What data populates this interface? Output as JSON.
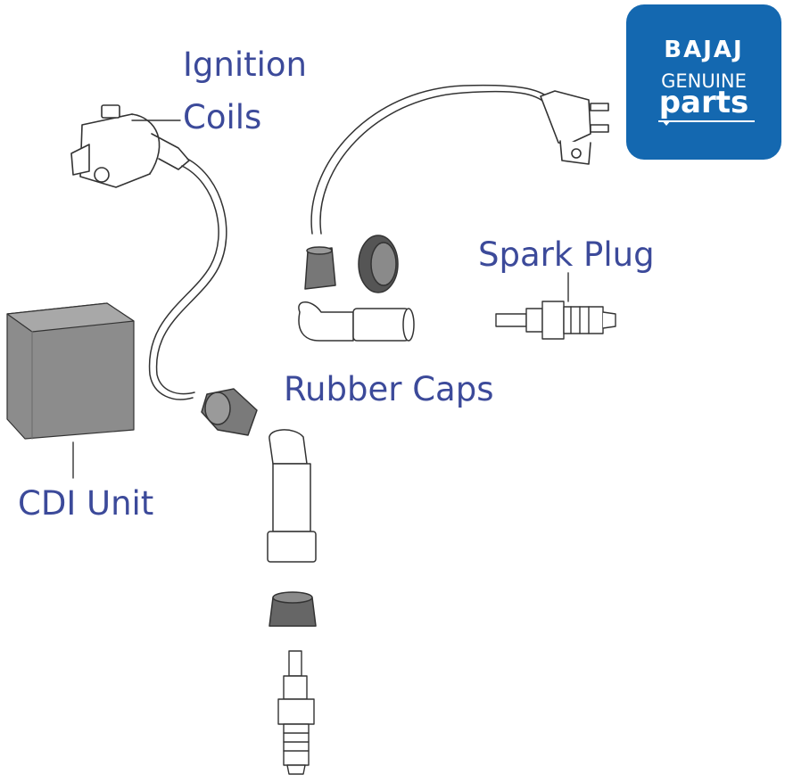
{
  "labels": {
    "ignition_line1": "Ignition",
    "ignition_line2": "Coils",
    "spark_plug": "Spark Plug",
    "rubber_caps": "Rubber Caps",
    "cdi_unit": "CDI Unit"
  },
  "logo": {
    "brand": "BAJAJ",
    "line2": "GENUINE",
    "line3": "parts"
  },
  "colors": {
    "label_text": "#3c4a9a",
    "logo_background": "#1468b0",
    "logo_text": "#ffffff",
    "line_art": "#333333",
    "rubber_fill": "#6e6e6e",
    "cdi_fill": "#8a8a8a"
  }
}
